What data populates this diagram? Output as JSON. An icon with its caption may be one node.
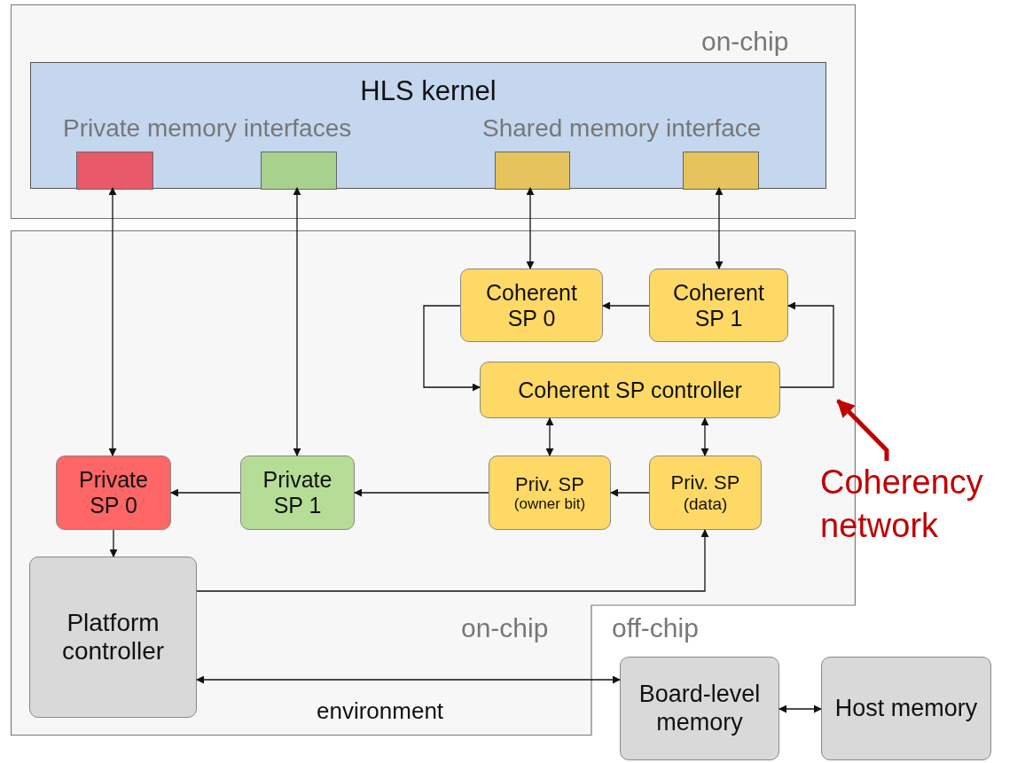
{
  "diagram": {
    "nodes": [
      {
        "text": [
          "on-chip"
        ]
      },
      {
        "text": [
          "HLS kernel",
          "Private memory interfaces",
          "Shared memory interface"
        ],
        "in": 0
      },
      {
        "text": [],
        "shape": "box",
        "in": 1
      },
      {
        "text": [],
        "shape": "box",
        "in": 1
      },
      {
        "text": [],
        "shape": "box",
        "in": 1
      },
      {
        "text": [],
        "shape": "box",
        "in": 1
      },
      {
        "text": [
          "on-chip",
          "environment"
        ]
      },
      {
        "text": [
          "Coherent SP 0"
        ],
        "in": 6
      },
      {
        "text": [
          "Coherent SP 1"
        ],
        "in": 6
      },
      {
        "text": [
          "Coherent SP controller"
        ],
        "in": 6
      },
      {
        "text": [
          "Private SP 0"
        ],
        "in": 6
      },
      {
        "text": [
          "Private SP 1"
        ],
        "in": 6
      },
      {
        "text": [
          "Priv. SP",
          "(owner bit)"
        ],
        "in": 6
      },
      {
        "text": [
          "Priv. SP",
          "(data)"
        ],
        "in": 6
      },
      {
        "text": [
          "Platform controller"
        ],
        "in": 6
      },
      {
        "text": [
          "Board-level memory"
        ]
      },
      {
        "text": [
          "Host memory"
        ]
      },
      {
        "text": [
          "Coherency network"
        ]
      }
    ],
    "edges": [
      {
        "from": 2,
        "to": 10,
        "arrow": "both"
      },
      {
        "from": 3,
        "to": 11,
        "arrow": "both"
      },
      {
        "from": 4,
        "to": 7,
        "arrow": "both"
      },
      {
        "from": 5,
        "to": 8,
        "arrow": "both"
      },
      {
        "from": 8,
        "to": 7,
        "arrow": "to"
      },
      {
        "from": 7,
        "to": 9,
        "arrow": "to"
      },
      {
        "from": 9,
        "to": 8,
        "arrow": "to"
      },
      {
        "from": 9,
        "to": 12,
        "arrow": "both"
      },
      {
        "from": 9,
        "to": 13,
        "arrow": "both"
      },
      {
        "from": 13,
        "to": 12,
        "arrow": "to"
      },
      {
        "from": 12,
        "to": 11,
        "arrow": "to"
      },
      {
        "from": 11,
        "to": 10,
        "arrow": "to"
      },
      {
        "from": 10,
        "to": 14,
        "arrow": "to"
      },
      {
        "from": 14,
        "to": 13,
        "arrow": "to"
      },
      {
        "from": 14,
        "to": 15,
        "arrow": "both"
      },
      {
        "from": 15,
        "to": 16,
        "arrow": "both"
      },
      {
        "from": 17,
        "to": 6,
        "arrow": "to",
        "style": "thick",
        "color": "#c00000"
      }
    ],
    "labels": [
      "off-chip"
    ]
  }
}
